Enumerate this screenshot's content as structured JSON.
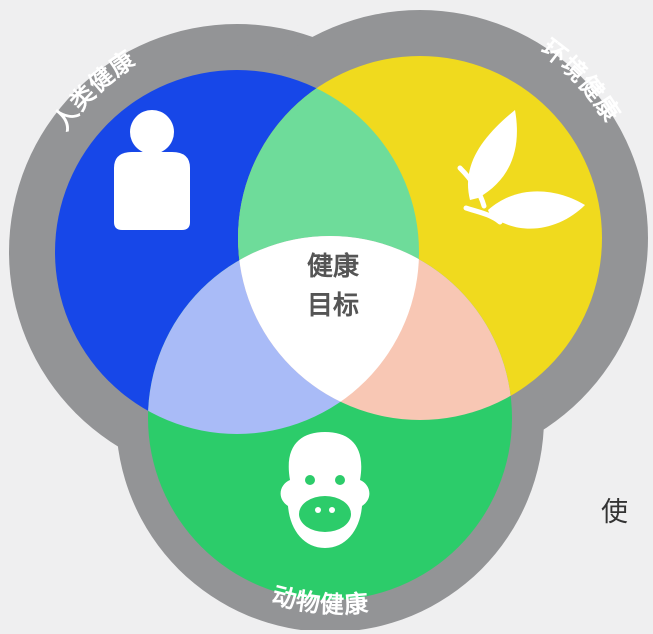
{
  "diagram": {
    "circles": [
      {
        "id": "human",
        "label": "人类健康",
        "icon": "person-icon",
        "color": "#1747e8"
      },
      {
        "id": "environment",
        "label": "环境健康",
        "icon": "leaf-icon",
        "color": "#f0da1e"
      },
      {
        "id": "animal",
        "label": "动物健康",
        "icon": "gorilla-icon",
        "color": "#2ccc6a"
      }
    ],
    "overlaps": {
      "human_environment": "#6edc9a",
      "human_animal": "#a9bbf7",
      "environment_animal": "#f8c7b4",
      "center": "#ffffff"
    },
    "center_label_line1": "健康",
    "center_label_line2": "目标",
    "ring_color": "#939496"
  },
  "side_text": "使"
}
